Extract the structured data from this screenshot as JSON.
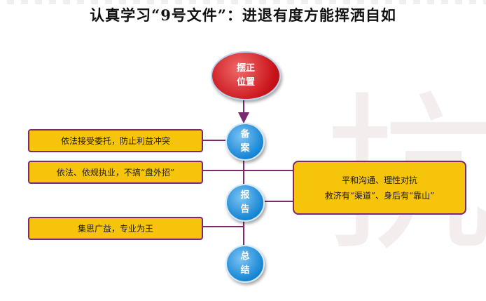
{
  "title": "认真学习“9号文件”：进退有度方能挥洒自如",
  "nodes": {
    "start": {
      "line1": "摆正",
      "line2": "位置"
    },
    "beian": {
      "line1": "备",
      "line2": "案"
    },
    "baogao": {
      "line1": "报",
      "line2": "告"
    },
    "zongjie": {
      "line1": "总",
      "line2": "结"
    }
  },
  "boxes": {
    "left1": "依法接受委托，防止利益冲突",
    "left2": "依法、依规执业，不搞“盘外招”",
    "left3": "集思广益，专业为王",
    "right": {
      "line1": "平和沟通、理性对抗",
      "line2": "救济有“渠道”、身后有“靠山”"
    }
  },
  "watermark": "抗",
  "colors": {
    "red": "#c9131a",
    "blue": "#1585d4",
    "gold": "#f6c40b",
    "border": "#7a2a6e",
    "line": "#7a2a6e"
  }
}
